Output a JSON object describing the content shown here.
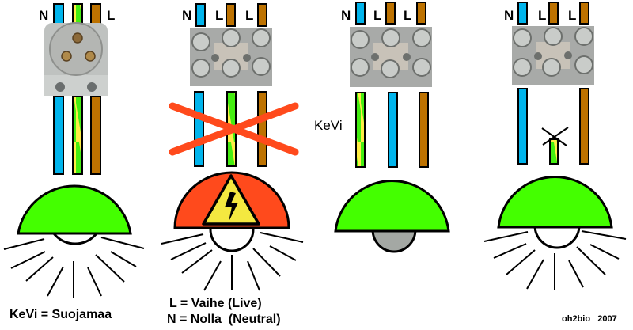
{
  "colors": {
    "neutral_blue": "#00B4EC",
    "live_brown": "#BD7200",
    "earth_green": "#44EE11",
    "earth_yellow": "#FFEE44",
    "shade_green": "#44FF00",
    "shade_red": "#FF4A1C",
    "warning_yellow": "#F4E840",
    "cross_red": "#FF4A1C",
    "bulb_off_gray": "#A4A8A4",
    "terminal_gray": "#A8AAA8"
  },
  "panels": [
    {
      "id": "correct-grounded",
      "wire_labels": [
        "N",
        "L"
      ],
      "connector": "socket",
      "lamp": "green-lit"
    },
    {
      "id": "missing-earth-danger",
      "wire_labels": [
        "N",
        "L",
        "L"
      ],
      "connector": "terminal-block",
      "lamp": "red-warning-lit",
      "crossed": true
    },
    {
      "id": "earth-as-neutral",
      "wire_labels": [
        "N",
        "L",
        "L"
      ],
      "connector": "terminal-block",
      "lamp": "green-off",
      "side_label": "KeVi"
    },
    {
      "id": "earth-disconnected",
      "wire_labels": [
        "N",
        "L",
        "L"
      ],
      "connector": "terminal-block",
      "lamp": "green-lit",
      "earth_cut": true
    }
  ],
  "legend": {
    "kevi": "KeVi = Suojamaa",
    "live": "L = Vaihe (Live)",
    "neutral": "N = Nolla  (Neutral)"
  },
  "credit": "oh2bio   2007",
  "icons": [
    "warning-triangle-icon",
    "lightning-bolt-icon",
    "cross-mark-icon"
  ]
}
